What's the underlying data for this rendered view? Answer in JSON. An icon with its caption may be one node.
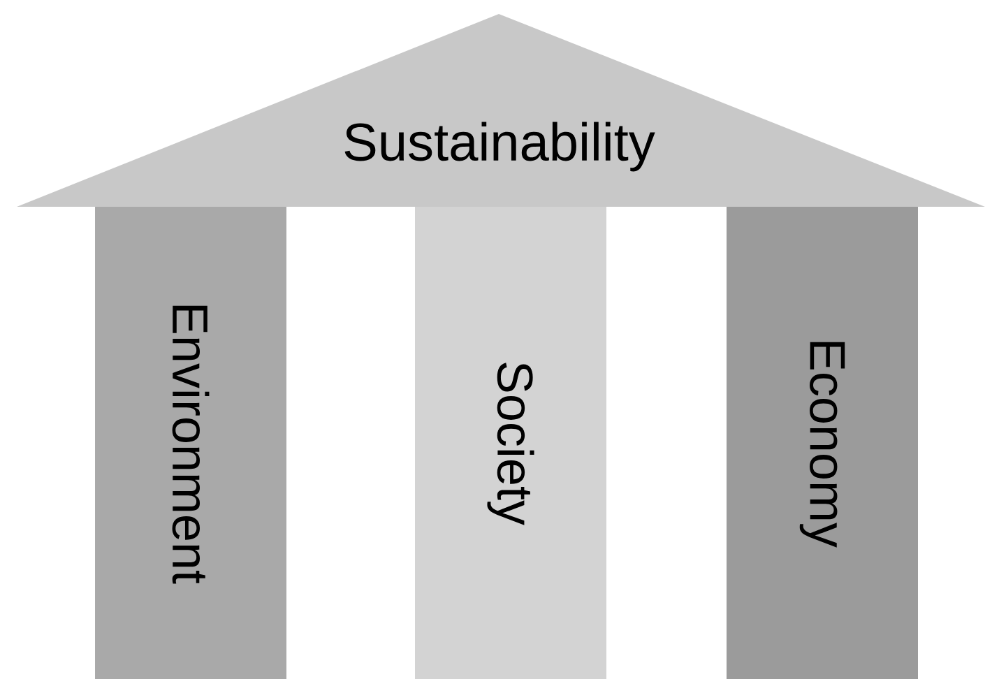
{
  "diagram": {
    "nodes": [
      {
        "text": [
          "Sustainability"
        ]
      },
      {
        "text": [
          "Environment"
        ]
      },
      {
        "text": [
          "Society"
        ]
      },
      {
        "text": [
          "Economy"
        ]
      }
    ]
  }
}
